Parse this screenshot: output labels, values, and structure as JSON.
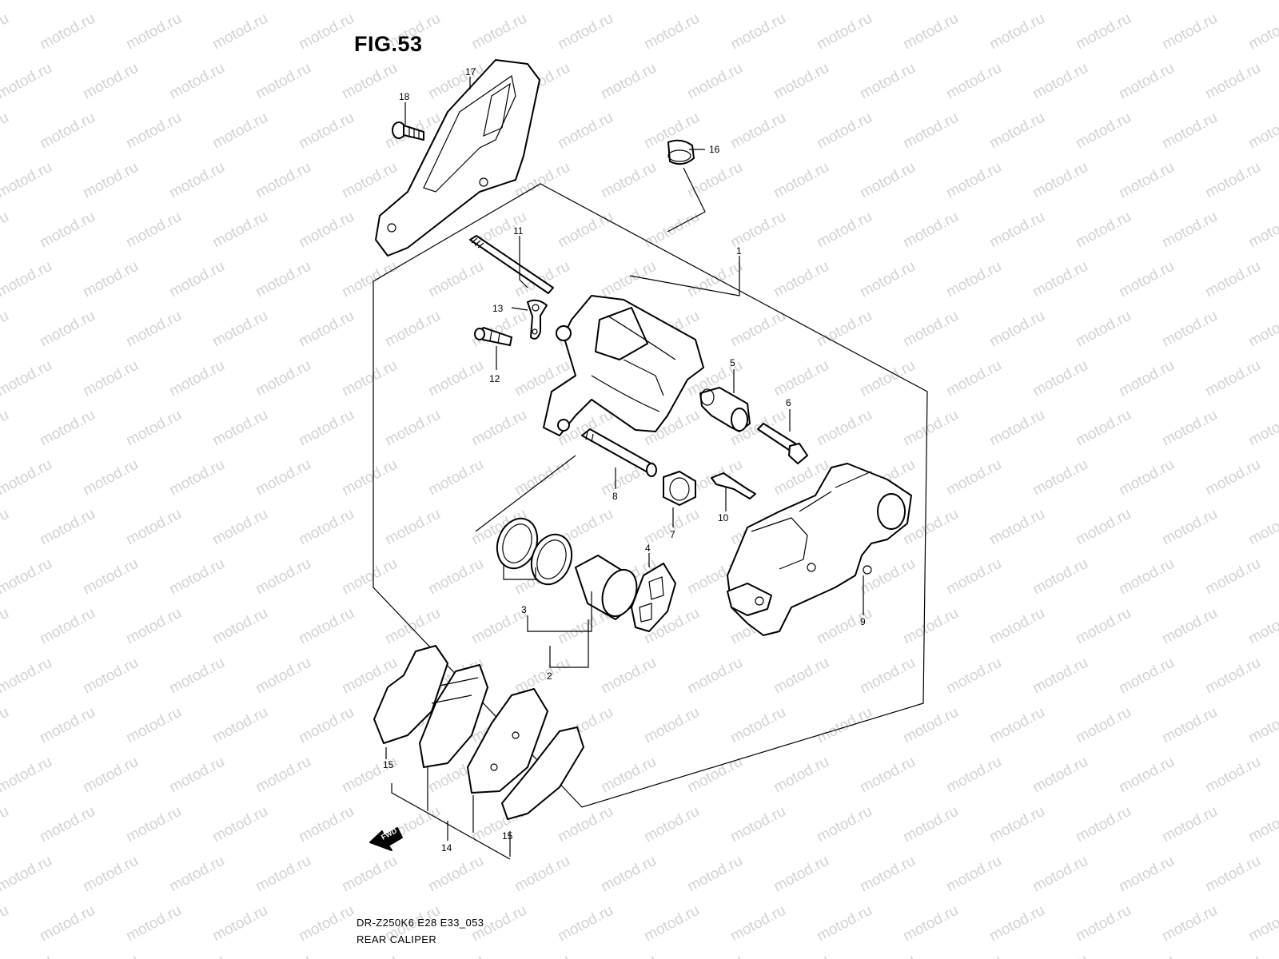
{
  "figure": {
    "title": "FIG.53",
    "model_code": "DR-Z250K6 E28 E33_053",
    "assembly_name": "REAR CALIPER",
    "fwd_label": "FWD",
    "watermark": "motod.ru"
  },
  "callouts": [
    {
      "id": "c1",
      "text": "1"
    },
    {
      "id": "c2",
      "text": "2"
    },
    {
      "id": "c3",
      "text": "3"
    },
    {
      "id": "c4",
      "text": "4"
    },
    {
      "id": "c5",
      "text": "5"
    },
    {
      "id": "c6",
      "text": "6"
    },
    {
      "id": "c7",
      "text": "7"
    },
    {
      "id": "c8",
      "text": "8"
    },
    {
      "id": "c9",
      "text": "9"
    },
    {
      "id": "c10",
      "text": "10"
    },
    {
      "id": "c11",
      "text": "11"
    },
    {
      "id": "c12",
      "text": "12"
    },
    {
      "id": "c13",
      "text": "13"
    },
    {
      "id": "c14",
      "text": "14"
    },
    {
      "id": "c15a",
      "text": "15"
    },
    {
      "id": "c15b",
      "text": "15"
    },
    {
      "id": "c16",
      "text": "16"
    },
    {
      "id": "c17",
      "text": "17"
    },
    {
      "id": "c18",
      "text": "18"
    }
  ]
}
